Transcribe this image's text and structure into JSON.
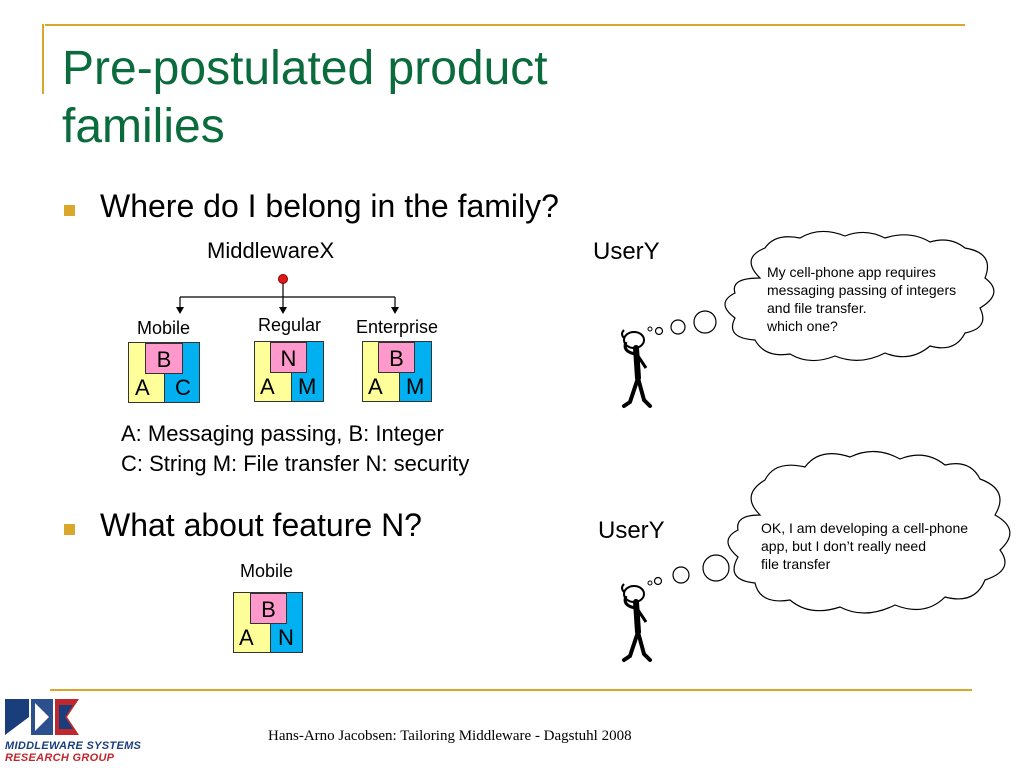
{
  "slide": {
    "title_line1": "Pre-postulated product",
    "title_line2": "families",
    "footer": "Hans-Arno Jacobsen: Tailoring Middleware - Dagstuhl 2008",
    "colors": {
      "accent_gold": "#d9a82a",
      "title_green": "#0a6b3c",
      "yellow": "#ffff99",
      "cyan": "#00b0f0",
      "pink": "#ff99cc",
      "red_dot": "#e01818"
    }
  },
  "bullets": [
    {
      "text": "Where do I belong in the family?"
    },
    {
      "text": "What about feature N?"
    }
  ],
  "tree": {
    "root": "MiddlewareX",
    "products": [
      {
        "name": "Mobile",
        "top": "B",
        "left": "A",
        "right": "C"
      },
      {
        "name": "Regular",
        "top": "N",
        "left": "A",
        "right": "M"
      },
      {
        "name": "Enterprise",
        "top": "B",
        "left": "A",
        "right": "M"
      }
    ]
  },
  "legend": {
    "line1": "A: Messaging passing, B: Integer",
    "line2": "C: String M: File transfer N: security"
  },
  "user1": {
    "name": "UserY",
    "thought_lines": [
      "My cell-phone app requires",
      "messaging passing of integers",
      "and file transfer.",
      "which one?"
    ]
  },
  "user2": {
    "name": "UserY",
    "thought_lines": [
      "OK, I am developing a cell-phone",
      "app, but I don’t really need",
      "file transfer"
    ]
  },
  "custom_product": {
    "name": "Mobile",
    "top": "B",
    "left": "A",
    "right": "N"
  },
  "logo": {
    "line1": "MIDDLEWARE SYSTEMS",
    "line2": "RESEARCH GROUP"
  }
}
